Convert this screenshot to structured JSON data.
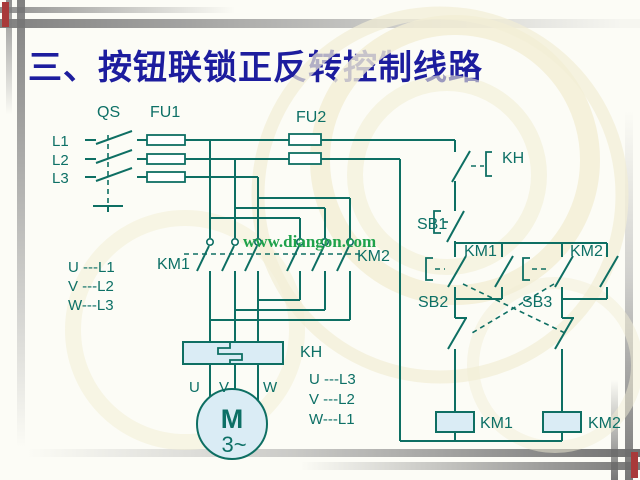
{
  "slide": {
    "title": "三、按钮联锁正反转控制线路"
  },
  "watermark": "www.diangon.com",
  "colors": {
    "wire_teal": "#0e6f63",
    "title_navy": "#1d1d9e",
    "watermark_green": "#1fa24c",
    "component_fill_blue": "#daecf5",
    "template_gray": "#8a8a8a",
    "accent_red": "#a83a3a",
    "background": "#fcfcf6",
    "swirl_yellow": "#f2eed5"
  },
  "diagram": {
    "phase_labels": [
      "L1",
      "L2",
      "L3"
    ],
    "switch_label": "QS",
    "fuse1_label": "FU1",
    "fuse2_label": "FU2",
    "km1_main_label": "KM1",
    "km2_main_label": "KM2",
    "thermal_label": "KH",
    "motor": {
      "letter": "M",
      "phases": "3~",
      "terminals": [
        "U",
        "V",
        "W"
      ]
    },
    "forward_mapping": [
      "U ---L1",
      "V ---L2",
      "W---L3"
    ],
    "reverse_mapping": [
      "U ---L3",
      "V ---L2",
      "W---L1"
    ],
    "control": {
      "thermal_contact": "KH",
      "stop_button": "SB1",
      "forward_button": "SB2",
      "reverse_button": "SB3",
      "km1_branch": "KM1",
      "km2_branch": "KM2",
      "km1_coil": "KM1",
      "km2_coil": "KM2"
    }
  }
}
